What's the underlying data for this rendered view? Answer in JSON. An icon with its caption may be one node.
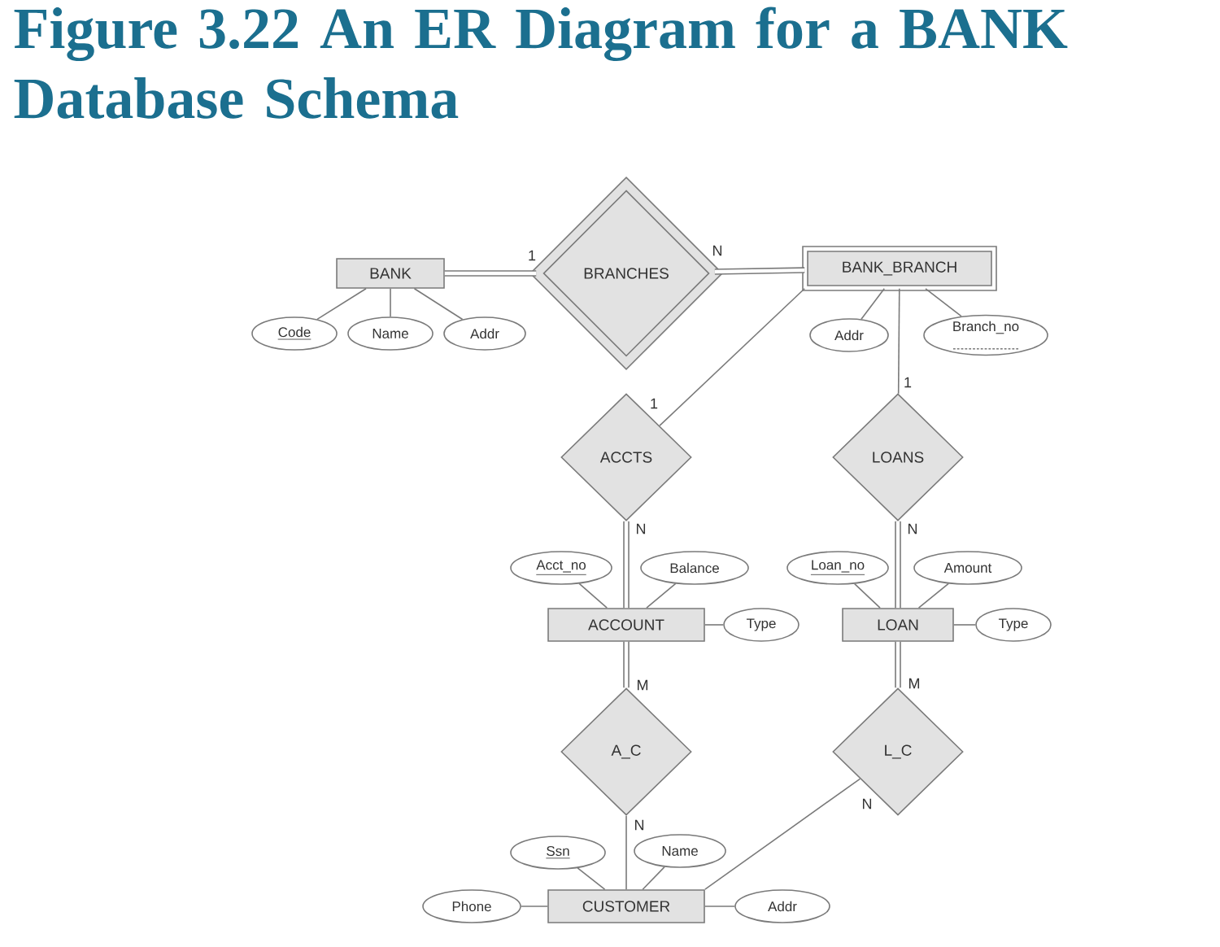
{
  "diagram": {
    "title": "Figure 3.22 An ER Diagram for a BANK Database Schema",
    "nodes": [
      {
        "text": [
          "BANK"
        ]
      },
      {
        "text": [
          "BRANCHES"
        ]
      },
      {
        "text": [
          "BANK_BRANCH"
        ]
      },
      {
        "text": [
          "Code"
        ]
      },
      {
        "text": [
          "Name"
        ]
      },
      {
        "text": [
          "Addr"
        ]
      },
      {
        "text": [
          "Addr"
        ]
      },
      {
        "text": [
          "Branch_no"
        ]
      },
      {
        "text": [
          "ACCTS"
        ]
      },
      {
        "text": [
          "LOANS"
        ]
      },
      {
        "text": [
          "Acct_no"
        ]
      },
      {
        "text": [
          "Balance"
        ]
      },
      {
        "text": [
          "ACCOUNT"
        ]
      },
      {
        "text": [
          "Type"
        ]
      },
      {
        "text": [
          "Loan_no"
        ]
      },
      {
        "text": [
          "Amount"
        ]
      },
      {
        "text": [
          "LOAN"
        ]
      },
      {
        "text": [
          "Type"
        ]
      },
      {
        "text": [
          "A_C"
        ]
      },
      {
        "text": [
          "L_C"
        ]
      },
      {
        "text": [
          "Ssn"
        ]
      },
      {
        "text": [
          "Name"
        ]
      },
      {
        "text": [
          "Phone"
        ]
      },
      {
        "text": [
          "CUSTOMER"
        ]
      },
      {
        "text": [
          "Addr"
        ]
      }
    ],
    "edges": [
      {
        "from": 0,
        "to": 1,
        "arrow": "none",
        "label": "1",
        "style": "thick"
      },
      {
        "from": 1,
        "to": 2,
        "arrow": "none",
        "label": "N",
        "style": "thick"
      },
      {
        "from": 0,
        "to": 3,
        "arrow": "none"
      },
      {
        "from": 0,
        "to": 4,
        "arrow": "none"
      },
      {
        "from": 0,
        "to": 5,
        "arrow": "none"
      },
      {
        "from": 2,
        "to": 6,
        "arrow": "none"
      },
      {
        "from": 2,
        "to": 7,
        "arrow": "none"
      },
      {
        "from": 2,
        "to": 8,
        "arrow": "none",
        "label": "1"
      },
      {
        "from": 2,
        "to": 9,
        "arrow": "none",
        "label": "1"
      },
      {
        "from": 8,
        "to": 12,
        "arrow": "none",
        "label": "N",
        "style": "thick"
      },
      {
        "from": 9,
        "to": 16,
        "arrow": "none",
        "label": "N",
        "style": "thick"
      },
      {
        "from": 12,
        "to": 10,
        "arrow": "none"
      },
      {
        "from": 12,
        "to": 11,
        "arrow": "none"
      },
      {
        "from": 12,
        "to": 13,
        "arrow": "none"
      },
      {
        "from": 16,
        "to": 14,
        "arrow": "none"
      },
      {
        "from": 16,
        "to": 15,
        "arrow": "none"
      },
      {
        "from": 16,
        "to": 17,
        "arrow": "none"
      },
      {
        "from": 12,
        "to": 18,
        "arrow": "none",
        "label": "M",
        "style": "thick"
      },
      {
        "from": 16,
        "to": 19,
        "arrow": "none",
        "label": "M",
        "style": "thick"
      },
      {
        "from": 18,
        "to": 23,
        "arrow": "none",
        "label": "N"
      },
      {
        "from": 19,
        "to": 23,
        "arrow": "none",
        "label": "N"
      },
      {
        "from": 23,
        "to": 20,
        "arrow": "none"
      },
      {
        "from": 23,
        "to": 21,
        "arrow": "none"
      },
      {
        "from": 23,
        "to": 22,
        "arrow": "none"
      },
      {
        "from": 23,
        "to": 24,
        "arrow": "none"
      }
    ]
  }
}
